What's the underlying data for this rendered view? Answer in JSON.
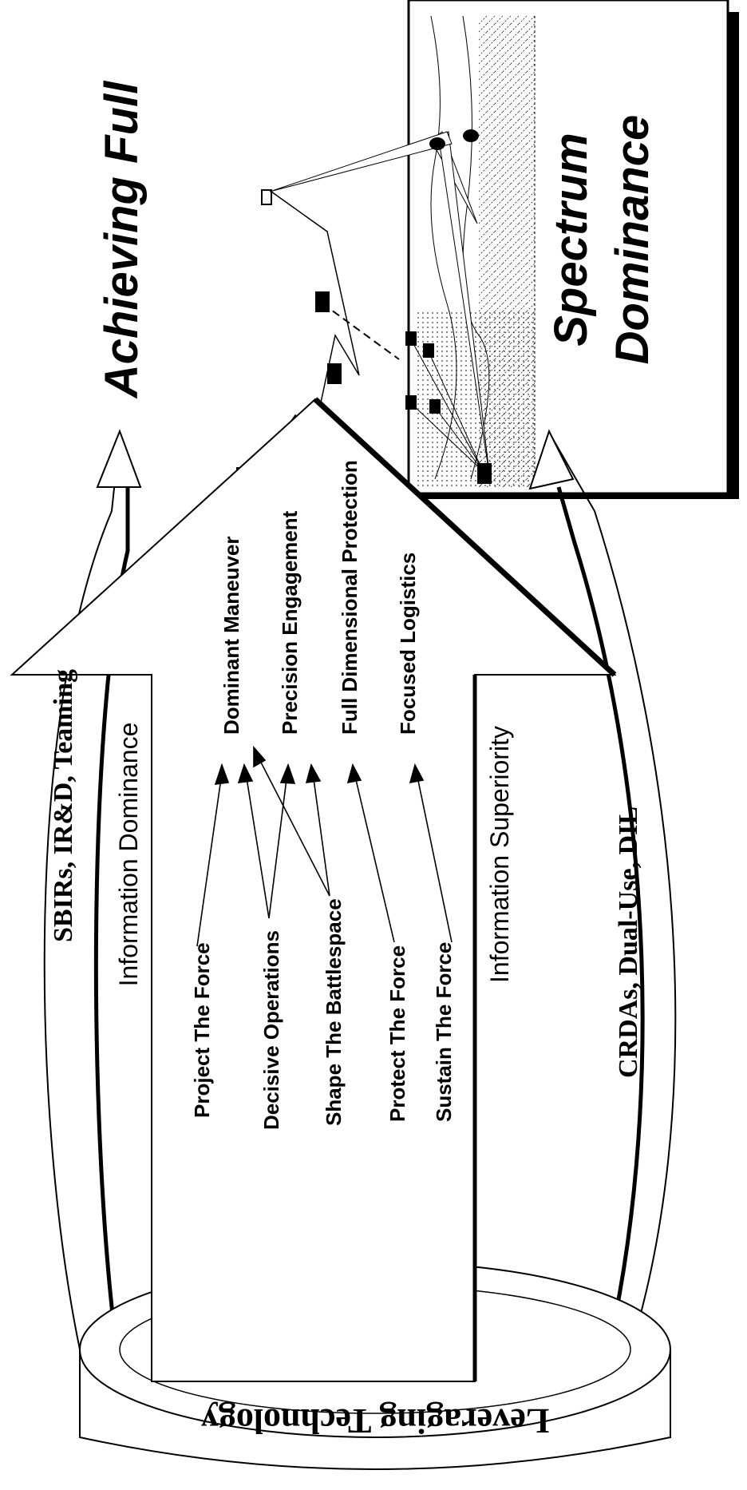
{
  "panel": {
    "title_line1": "Achieving Full",
    "title_line2": "Spectrum",
    "title_line3": "Dominance"
  },
  "arrows": {
    "top_label": "SBIRs, IR&D, Teaming",
    "bottom_label": "CRDAs, Dual-Use, DIL"
  },
  "ring": {
    "label": "Leveraging Technology"
  },
  "house": {
    "left_header": "Information Dominance",
    "right_header": "Information Superiority",
    "operations": [
      "Project The Force",
      "Decisive Operations",
      "Shape The Battlespace",
      "Protect The Force",
      "Sustain The Force"
    ],
    "capabilities": [
      "Dominant Maneuver",
      "Precision Engagement",
      "Full Dimensional Protection",
      "Focused Logistics"
    ]
  }
}
